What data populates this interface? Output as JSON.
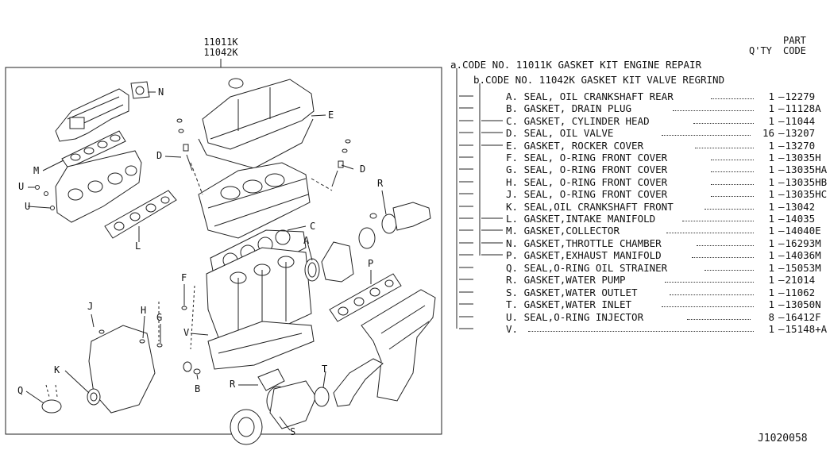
{
  "kit_codes": [
    "11011K",
    "11042K"
  ],
  "header": {
    "part": "PART",
    "qty": "Q'TY",
    "code": "CODE"
  },
  "code_lines": [
    {
      "prefix": "a.CODE NO.",
      "code": "11011K",
      "desc": "GASKET KIT ENGINE REPAIR"
    },
    {
      "prefix": "b.CODE NO.",
      "code": "11042K",
      "desc": "GASKET KIT VALVE REGRIND"
    }
  ],
  "parts": [
    {
      "name": "A. SEAL, OIL CRANKSHAFT REAR",
      "qty": "1",
      "code": "12279"
    },
    {
      "name": "B. GASKET, DRAIN PLUG",
      "qty": "1",
      "code": "11128A"
    },
    {
      "name": "C. GASKET, CYLINDER HEAD",
      "qty": "1",
      "code": "11044"
    },
    {
      "name": "D. SEAL, OIL VALVE",
      "qty": "16",
      "code": "13207"
    },
    {
      "name": "E. GASKET, ROCKER COVER",
      "qty": "1",
      "code": "13270"
    },
    {
      "name": "F. SEAL, O-RING FRONT COVER",
      "qty": "1",
      "code": "13035H"
    },
    {
      "name": "G. SEAL, O-RING FRONT COVER",
      "qty": "1",
      "code": "13035HA"
    },
    {
      "name": "H. SEAL, O-RING FRONT COVER",
      "qty": "1",
      "code": "13035HB"
    },
    {
      "name": "J. SEAL, O-RING FRONT COVER",
      "qty": "1",
      "code": "13035HC"
    },
    {
      "name": "K. SEAL,OIL CRANKSHAFT FRONT",
      "qty": "1",
      "code": "13042"
    },
    {
      "name": "L. GASKET,INTAKE MANIFOLD",
      "qty": "1",
      "code": "14035"
    },
    {
      "name": "M. GASKET,COLLECTOR",
      "qty": "1",
      "code": "14040E"
    },
    {
      "name": "N. GASKET,THROTTLE CHAMBER",
      "qty": "1",
      "code": "16293M"
    },
    {
      "name": "P. GASKET,EXHAUST MANIFOLD",
      "qty": "1",
      "code": "14036M"
    },
    {
      "name": "Q. SEAL,O-RING OIL STRAINER",
      "qty": "1",
      "code": "15053M"
    },
    {
      "name": "R. GASKET,WATER PUMP",
      "qty": "1",
      "code": "21014"
    },
    {
      "name": "S. GASKET,WATER OUTLET",
      "qty": "1",
      "code": "11062"
    },
    {
      "name": "T. GASKET,WATER INLET",
      "qty": "1",
      "code": "13050N"
    },
    {
      "name": "U. SEAL,O-RING INJECTOR",
      "qty": "8",
      "code": "16412F"
    },
    {
      "name": "V.",
      "qty": "1",
      "code": "15148+A"
    }
  ],
  "callouts": [
    "A",
    "B",
    "C",
    "D",
    "D",
    "E",
    "F",
    "G",
    "H",
    "J",
    "K",
    "L",
    "M",
    "N",
    "P",
    "Q",
    "R",
    "R",
    "S",
    "T",
    "U",
    "U",
    "V"
  ],
  "diagram_id": "J1020058"
}
